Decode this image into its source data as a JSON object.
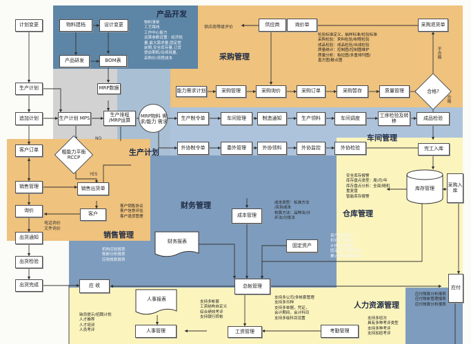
{
  "zones": {
    "product_dev": "产品开发",
    "purchasing": "采购管理",
    "production_plan": "生产计划",
    "workshop": "车间管理",
    "finance": "财务管理",
    "warehouse": "仓库管理",
    "sales": "销售管理",
    "hr": "人力资源管理"
  },
  "boxes": {
    "plan_change": "计划变更",
    "production_plan": "生产计划",
    "add_plan": "追加计划",
    "customer_order": "客户订单",
    "sales_mgmt": "销售管理",
    "inquiry": "询价",
    "shipping_notice": "出货通知",
    "outbound_inspection": "出货检验",
    "outbound_complete": "出货完成",
    "material_build": "物料建档",
    "design_change": "设计变更",
    "product_research": "产品研发",
    "bom": "BOM表",
    "mrp_data": "MRP数据",
    "production_plan_mps": "生产计划 MPS",
    "production_schedule": "生产排程 /MRP运算",
    "rccp": "粗能力平衡RCCP",
    "mrp_calc": "MRP物料 需求/能力 需求",
    "supplier": "供应商",
    "inquiry_form": "询价单",
    "purchase_return": "采购退货单",
    "capacity_req": "能力需求计划",
    "purchase_mgmt": "采购管理",
    "purchase_inquiry": "采购询价",
    "purchase_order": "采购订单",
    "purchase_receipt": "采购暂存",
    "quality_mgmt": "质量管理",
    "qualified_check": "合格?",
    "production_order": "生产制令单",
    "workshop_mgmt": "车间管理",
    "manufacture_notice": "制造通知",
    "production_picking": "生产领料",
    "workshop_dispatch": "车间调度",
    "process_transfer": "工序检验及转移",
    "finished_inspection": "成品检验",
    "outsource_order": "外协制令单",
    "outsource_mgmt": "委外管理",
    "outsource_picking": "外协领料",
    "outsource_monitor": "外协监控",
    "outsource_inspection": "外协检验",
    "completion_inbound": "完工入库",
    "inventory": "库存管理",
    "purchase_inbound": "采购入库",
    "payable": "应付",
    "sales_shipping": "销售出货单",
    "customer": "客户",
    "receivable": "应 收",
    "cost_mgmt": "成本管理",
    "finance_report": "财务报表",
    "fixed_assets": "固定资产",
    "general_ledger": "总帐管理",
    "hr_report": "人事报表",
    "hr_mgmt": "人事管理",
    "payroll_mgmt": "工资管理",
    "attendance_mgmt": "考勤管理"
  },
  "labels": {
    "no": "NO",
    "yes": "YES",
    "supplier_eval": "供应商等级评价",
    "unqualified": "不合格",
    "qualified": "合格",
    "phone_inquiry": "电话询价\n文件询价"
  },
  "notes": {
    "product_dev": "物料清单\n工艺路线\n工作中心能力\n运算参数设置：经济批\n量,最大需求量,固定提\n前期,安全库存量,订货\n提前期和/及续批量,\n采购价/流程成本",
    "purchasing": "检验标准定义，抽样标准/检验标准\n采购检验：来料检验/制程检验\n成品检验：成品检验/出成检验\n质量统计：控制图/控制图维护\n质量分析：柏拉图/多重排列图/\n直方图/散点图",
    "warehouse": "安全库存报警\n库存盘点类型：周/月/年\n库存盘点分析：全部/随机\n重复盘\n智能库存报警",
    "customer": "客户销售协议\n客户信誉评估\n客户退货管理",
    "sales_analysis": "机构应收报表\n账龄分析报表\n应收帐款报表",
    "cost": "成本类型：标准方法\n/实际成本\n核算方法：品种法/分\n步法/分批法",
    "assets": "资产类别定义\n折旧方法定义\n计提折旧报表\n固定资产对帐科目\n累计折旧对帐科目",
    "report_analysis": "应付账款分析报表\n应付账帐管理报表\n应付帐款分析报表",
    "payroll": "支持多帐套\n工资结构自定义\n综合绩效考评\n支持银行转帐",
    "ledger_support": "支持多公司/多帐套管理\n支持多币种\n支持多单据，凭证，\n会计期间，会计科目\n支持多级科目设置",
    "hr_left": "缺员提示/招聘计划\n人才推荐\n人才培训\n人员考评",
    "attendance": "支持多班次\n具有多种考评类型\n支持多种考评\n支持加班考评"
  }
}
